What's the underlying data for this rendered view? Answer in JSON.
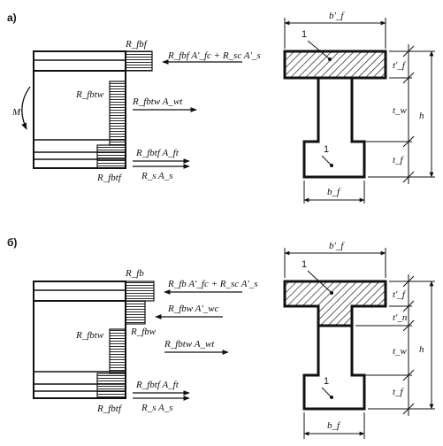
{
  "figure": {
    "panel_a": {
      "label": "а)",
      "moment": "M",
      "stress_top": "R_fbf",
      "stress_web": "R_fbtw",
      "stress_bottom": "R_fbtf",
      "force_top": "R_fbf A'_fc + R_sc A'_s",
      "force_web": "R_fbtw A_wt",
      "force_bottom": "R_fbtf A_ft",
      "force_steel": "R_s A_s",
      "section": {
        "top_width": "b'_f",
        "bottom_width": "b_f",
        "top_flange": "t'_f",
        "web": "t_w",
        "bottom_flange": "t_f",
        "height": "h",
        "marker_top": "1",
        "marker_bottom": "1"
      }
    },
    "panel_b": {
      "label": "б)",
      "stress_top": "R_fb",
      "stress_web_comp": "R_fbw",
      "stress_web_tens": "R_fbtw",
      "stress_bottom": "R_fbtf",
      "force_top": "R_fb A'_fc + R_sc A'_s",
      "force_web_comp": "R_fbw A'_wc",
      "force_web_tens": "R_fbtw A_wt",
      "force_bottom": "R_fbtf A_ft",
      "force_steel": "R_s A_s",
      "section": {
        "top_width": "b'_f",
        "bottom_width": "b_f",
        "top_flange": "t'_f",
        "neutral": "t'_n",
        "web": "t_w",
        "bottom_flange": "t_f",
        "height": "h",
        "marker_top": "1",
        "marker_bottom": "1"
      }
    }
  }
}
